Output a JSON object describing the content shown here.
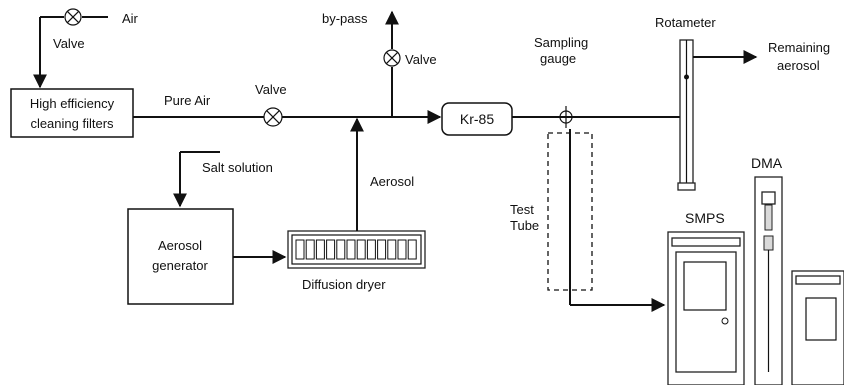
{
  "labels": {
    "air": "Air",
    "valve_top": "Valve",
    "filters_line1": "High efficiency",
    "filters_line2": "cleaning filters",
    "pure_air": "Pure Air",
    "valve_mid": "Valve",
    "bypass": "by-pass",
    "valve_bypass": "Valve",
    "kr85": "Kr-85",
    "sampling_line1": "Sampling",
    "sampling_line2": "gauge",
    "rotameter": "Rotameter",
    "remaining_line1": "Remaining",
    "remaining_line2": "aerosol",
    "salt_solution": "Salt solution",
    "aerosol": "Aerosol",
    "generator_line1": "Aerosol",
    "generator_line2": "generator",
    "diffusion_dryer": "Diffusion dryer",
    "test_line1": "Test",
    "test_line2": "Tube",
    "smps": "SMPS",
    "dma": "DMA"
  },
  "colors": {
    "line": "#111111",
    "background": "#ffffff",
    "equipment_fill": "#ffffff",
    "equipment_shade": "#d9d9d9"
  }
}
